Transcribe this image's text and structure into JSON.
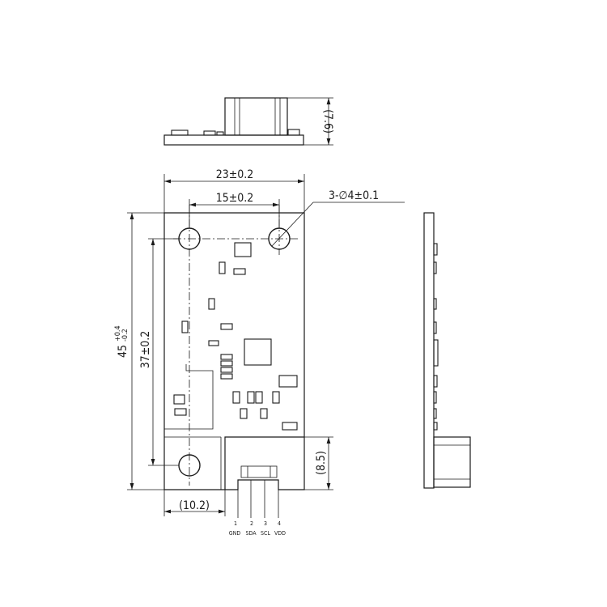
{
  "dims": {
    "top_height": "(7.6)",
    "width": "23±0.2",
    "hole_spacing": "15±0.2",
    "hole_spec": "3-∅4±0.1",
    "length_main": "45",
    "length_tol_upper": "+0.4",
    "length_tol_lower": "-0.2",
    "hole_vertical": "37±0.2",
    "connector_height": "(8.5)",
    "connector_offset": "(10.2)"
  },
  "pins": [
    {
      "number": "1",
      "name": "GND"
    },
    {
      "number": "2",
      "name": "SDA"
    },
    {
      "number": "3",
      "name": "SCL"
    },
    {
      "number": "4",
      "name": "VDD"
    }
  ]
}
